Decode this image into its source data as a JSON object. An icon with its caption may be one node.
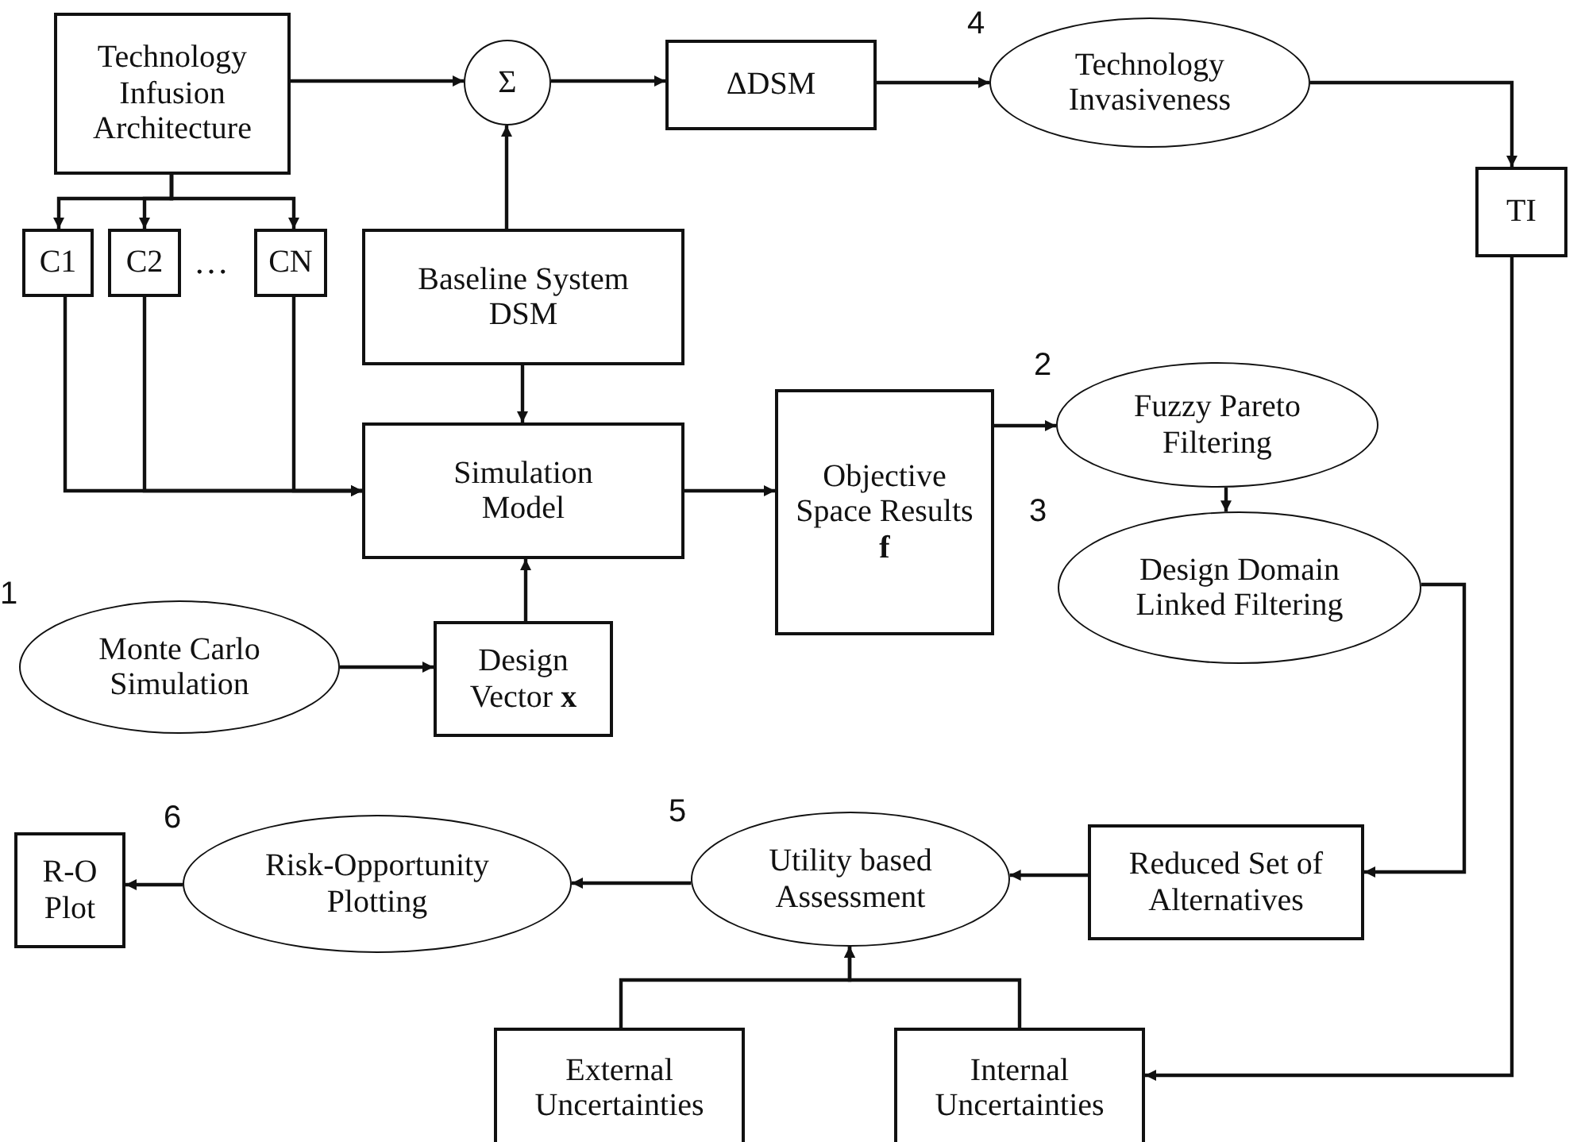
{
  "diagram": {
    "nodes": [
      {
        "text": [
          "Technology Infusion Architecture"
        ]
      },
      {
        "text": [
          "C1"
        ]
      },
      {
        "text": [
          "C2"
        ]
      },
      {
        "text": [
          "CN"
        ]
      },
      {
        "text": [
          "Σ"
        ]
      },
      {
        "text": [
          "ΔDSM"
        ]
      },
      {
        "text": [
          "Technology Invasiveness"
        ],
        "beside": [
          "4"
        ]
      },
      {
        "text": [
          "TI"
        ]
      },
      {
        "text": [
          "Baseline System DSM"
        ]
      },
      {
        "text": [
          "Simulation Model"
        ]
      },
      {
        "text": [
          "Objective Space Results **f**"
        ]
      },
      {
        "text": [
          "Fuzzy Pareto Filtering"
        ],
        "beside": [
          "2"
        ]
      },
      {
        "text": [
          "Design Domain Linked Filtering"
        ],
        "beside": [
          "3"
        ]
      },
      {
        "text": [
          "Monte Carlo Simulation"
        ],
        "beside": [
          "1"
        ]
      },
      {
        "text": [
          "Design Vector **x**"
        ]
      },
      {
        "text": [
          "R-O Plot"
        ]
      },
      {
        "text": [
          "Risk-Opportunity Plotting"
        ],
        "beside": [
          "6"
        ]
      },
      {
        "text": [
          "Utility based Assessment"
        ],
        "beside": [
          "5"
        ]
      },
      {
        "text": [
          "Reduced Set of Alternatives"
        ]
      },
      {
        "text": [
          "External Uncertainties"
        ]
      },
      {
        "text": [
          "Internal Uncertainties"
        ]
      }
    ],
    "edges": [
      {
        "from": 0,
        "to": 4,
        "arrow": "to"
      },
      {
        "from": 4,
        "to": 5,
        "arrow": "to"
      },
      {
        "from": 5,
        "to": 6,
        "arrow": "to"
      },
      {
        "from": 6,
        "to": 7,
        "arrow": "to"
      },
      {
        "from": 0,
        "to": 1,
        "arrow": "to"
      },
      {
        "from": 0,
        "to": 2,
        "arrow": "to"
      },
      {
        "from": 0,
        "to": 3,
        "arrow": "to"
      },
      {
        "from": 8,
        "to": 4,
        "arrow": "to"
      },
      {
        "from": 8,
        "to": 9,
        "arrow": "to"
      },
      {
        "from": 1,
        "to": 9,
        "arrow": "to"
      },
      {
        "from": 2,
        "to": 9,
        "arrow": "to"
      },
      {
        "from": 3,
        "to": 9,
        "arrow": "to"
      },
      {
        "from": 9,
        "to": 10,
        "arrow": "to"
      },
      {
        "from": 10,
        "to": 11,
        "arrow": "to"
      },
      {
        "from": 11,
        "to": 12,
        "arrow": "to"
      },
      {
        "from": 12,
        "to": 18,
        "arrow": "to"
      },
      {
        "from": 13,
        "to": 14,
        "arrow": "to"
      },
      {
        "from": 14,
        "to": 9,
        "arrow": "to"
      },
      {
        "from": 18,
        "to": 17,
        "arrow": "to"
      },
      {
        "from": 17,
        "to": 16,
        "arrow": "to"
      },
      {
        "from": 16,
        "to": 15,
        "arrow": "to"
      },
      {
        "from": 19,
        "to": 17,
        "arrow": "to"
      },
      {
        "from": 20,
        "to": 17,
        "arrow": "to"
      },
      {
        "from": 7,
        "to": 20,
        "arrow": "to"
      }
    ],
    "labels": [
      "…"
    ]
  }
}
